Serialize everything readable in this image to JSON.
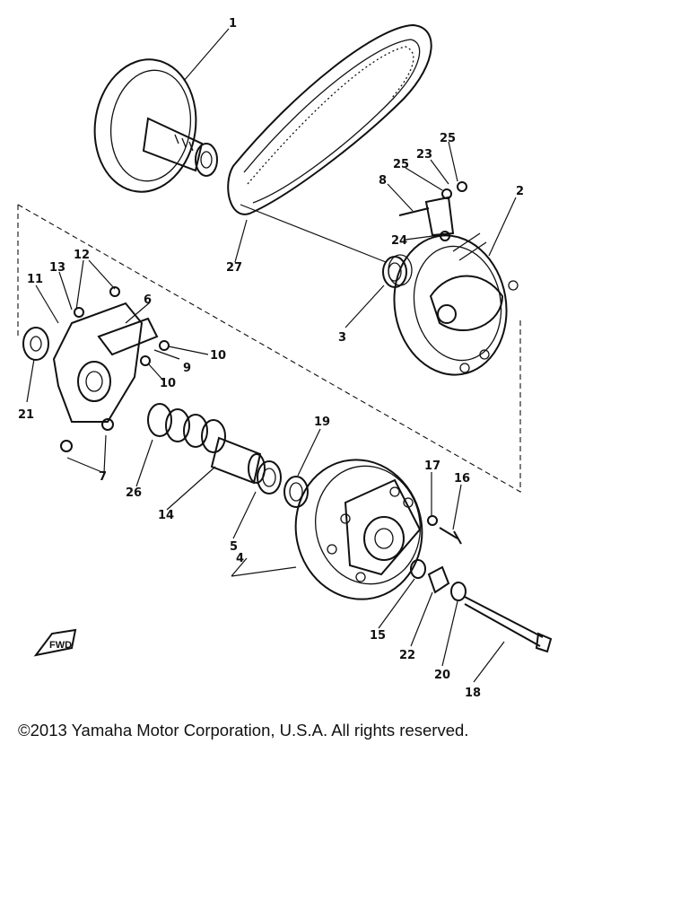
{
  "diagram": {
    "callouts": [
      "1",
      "2",
      "3",
      "4",
      "5",
      "6",
      "7",
      "8",
      "9",
      "10",
      "10",
      "11",
      "12",
      "13",
      "14",
      "15",
      "16",
      "17",
      "18",
      "19",
      "20",
      "21",
      "22",
      "23",
      "24",
      "25",
      "25",
      "26",
      "27"
    ],
    "fwd_marker": "FWD"
  },
  "footer": {
    "copyright": "©2013 Yamaha Motor Corporation, U.S.A. All rights reserved."
  }
}
